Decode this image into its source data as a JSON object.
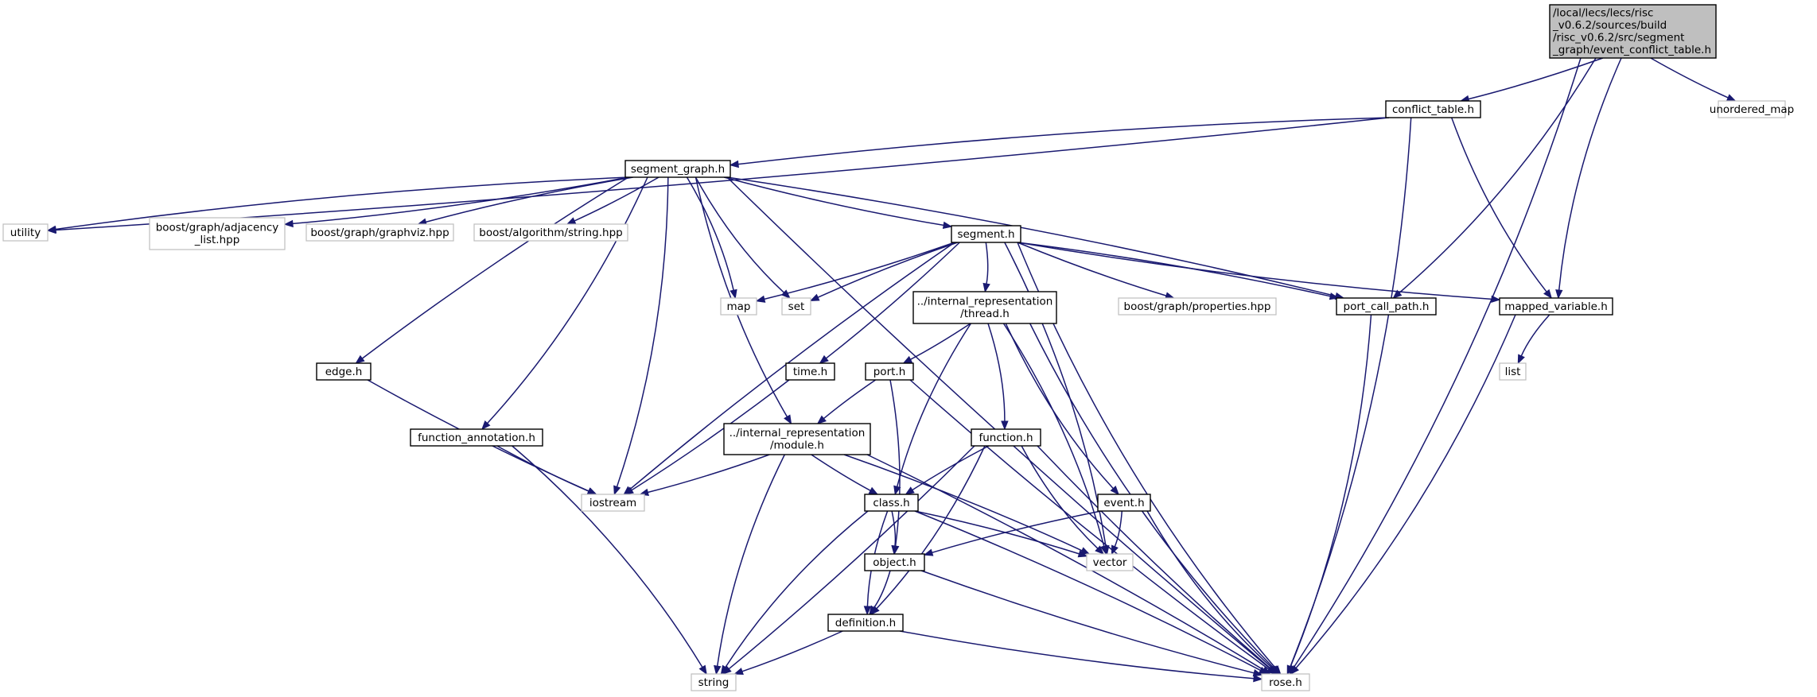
{
  "nodes": [
    {
      "id": "root",
      "lines": [
        "/local/lecs/lecs/risc",
        "_v0.6.2/sources/build",
        "/risc_v0.6.2/src/segment",
        "_graph/event_conflict_table.h"
      ],
      "kind": "root"
    },
    {
      "id": "conflict_table",
      "lines": [
        "conflict_table.h"
      ],
      "kind": "local"
    },
    {
      "id": "unordered_map",
      "lines": [
        "unordered_map"
      ],
      "kind": "external"
    },
    {
      "id": "segment_graph",
      "lines": [
        "segment_graph.h"
      ],
      "kind": "local"
    },
    {
      "id": "utility",
      "lines": [
        "utility"
      ],
      "kind": "external"
    },
    {
      "id": "adjacency_list",
      "lines": [
        "boost/graph/adjacency",
        "_list.hpp"
      ],
      "kind": "external"
    },
    {
      "id": "graphviz",
      "lines": [
        "boost/graph/graphviz.hpp"
      ],
      "kind": "external"
    },
    {
      "id": "algo_string",
      "lines": [
        "boost/algorithm/string.hpp"
      ],
      "kind": "external"
    },
    {
      "id": "segment",
      "lines": [
        "segment.h"
      ],
      "kind": "local"
    },
    {
      "id": "map",
      "lines": [
        "map"
      ],
      "kind": "external"
    },
    {
      "id": "set",
      "lines": [
        "set"
      ],
      "kind": "external"
    },
    {
      "id": "thread",
      "lines": [
        "../internal_representation",
        "/thread.h"
      ],
      "kind": "local"
    },
    {
      "id": "properties",
      "lines": [
        "boost/graph/properties.hpp"
      ],
      "kind": "external"
    },
    {
      "id": "port_call_path",
      "lines": [
        "port_call_path.h"
      ],
      "kind": "local"
    },
    {
      "id": "mapped_variable",
      "lines": [
        "mapped_variable.h"
      ],
      "kind": "local"
    },
    {
      "id": "list",
      "lines": [
        "list"
      ],
      "kind": "external"
    },
    {
      "id": "edge",
      "lines": [
        "edge.h"
      ],
      "kind": "local"
    },
    {
      "id": "time",
      "lines": [
        "time.h"
      ],
      "kind": "local"
    },
    {
      "id": "port",
      "lines": [
        "port.h"
      ],
      "kind": "local"
    },
    {
      "id": "module",
      "lines": [
        "../internal_representation",
        "/module.h"
      ],
      "kind": "local"
    },
    {
      "id": "function_annotation",
      "lines": [
        "function_annotation.h"
      ],
      "kind": "local"
    },
    {
      "id": "function",
      "lines": [
        "function.h"
      ],
      "kind": "local"
    },
    {
      "id": "iostream",
      "lines": [
        "iostream"
      ],
      "kind": "external"
    },
    {
      "id": "class",
      "lines": [
        "class.h"
      ],
      "kind": "local"
    },
    {
      "id": "event",
      "lines": [
        "event.h"
      ],
      "kind": "local"
    },
    {
      "id": "object",
      "lines": [
        "object.h"
      ],
      "kind": "local"
    },
    {
      "id": "vector",
      "lines": [
        "vector"
      ],
      "kind": "external"
    },
    {
      "id": "definition",
      "lines": [
        "definition.h"
      ],
      "kind": "local"
    },
    {
      "id": "string",
      "lines": [
        "string"
      ],
      "kind": "external"
    },
    {
      "id": "rose",
      "lines": [
        "rose.h"
      ],
      "kind": "external"
    }
  ],
  "edges": [
    [
      "root",
      "conflict_table"
    ],
    [
      "root",
      "unordered_map"
    ],
    [
      "root",
      "port_call_path"
    ],
    [
      "root",
      "mapped_variable"
    ],
    [
      "root",
      "rose"
    ],
    [
      "conflict_table",
      "segment_graph"
    ],
    [
      "conflict_table",
      "utility"
    ],
    [
      "conflict_table",
      "mapped_variable"
    ],
    [
      "conflict_table",
      "rose"
    ],
    [
      "segment_graph",
      "utility"
    ],
    [
      "segment_graph",
      "adjacency_list"
    ],
    [
      "segment_graph",
      "graphviz"
    ],
    [
      "segment_graph",
      "algo_string"
    ],
    [
      "segment_graph",
      "segment"
    ],
    [
      "segment_graph",
      "map"
    ],
    [
      "segment_graph",
      "set"
    ],
    [
      "segment_graph",
      "port_call_path"
    ],
    [
      "segment_graph",
      "edge"
    ],
    [
      "segment_graph",
      "function_annotation"
    ],
    [
      "segment_graph",
      "module"
    ],
    [
      "segment_graph",
      "iostream"
    ],
    [
      "segment_graph",
      "rose"
    ],
    [
      "segment",
      "map"
    ],
    [
      "segment",
      "set"
    ],
    [
      "segment",
      "thread"
    ],
    [
      "segment",
      "properties"
    ],
    [
      "segment",
      "port_call_path"
    ],
    [
      "segment",
      "mapped_variable"
    ],
    [
      "segment",
      "time"
    ],
    [
      "segment",
      "iostream"
    ],
    [
      "segment",
      "vector"
    ],
    [
      "segment",
      "rose"
    ],
    [
      "thread",
      "port"
    ],
    [
      "thread",
      "class"
    ],
    [
      "thread",
      "function"
    ],
    [
      "thread",
      "event"
    ],
    [
      "thread",
      "vector"
    ],
    [
      "thread",
      "rose"
    ],
    [
      "port_call_path",
      "rose"
    ],
    [
      "mapped_variable",
      "list"
    ],
    [
      "mapped_variable",
      "rose"
    ],
    [
      "edge",
      "iostream"
    ],
    [
      "time",
      "iostream"
    ],
    [
      "port",
      "module"
    ],
    [
      "port",
      "object"
    ],
    [
      "port",
      "rose"
    ],
    [
      "module",
      "iostream"
    ],
    [
      "module",
      "class"
    ],
    [
      "module",
      "vector"
    ],
    [
      "module",
      "string"
    ],
    [
      "module",
      "rose"
    ],
    [
      "function_annotation",
      "iostream"
    ],
    [
      "function_annotation",
      "string"
    ],
    [
      "function",
      "class"
    ],
    [
      "function",
      "definition"
    ],
    [
      "function",
      "vector"
    ],
    [
      "function",
      "string"
    ],
    [
      "function",
      "rose"
    ],
    [
      "class",
      "object"
    ],
    [
      "class",
      "definition"
    ],
    [
      "class",
      "vector"
    ],
    [
      "class",
      "string"
    ],
    [
      "class",
      "rose"
    ],
    [
      "event",
      "object"
    ],
    [
      "event",
      "vector"
    ],
    [
      "event",
      "rose"
    ],
    [
      "object",
      "definition"
    ],
    [
      "object",
      "rose"
    ],
    [
      "definition",
      "string"
    ],
    [
      "definition",
      "rose"
    ]
  ],
  "colors": {
    "edge": "#191970",
    "root_fill": "#bfbfbf",
    "external_border": "#bfbfbf",
    "local_border": "#000000"
  }
}
